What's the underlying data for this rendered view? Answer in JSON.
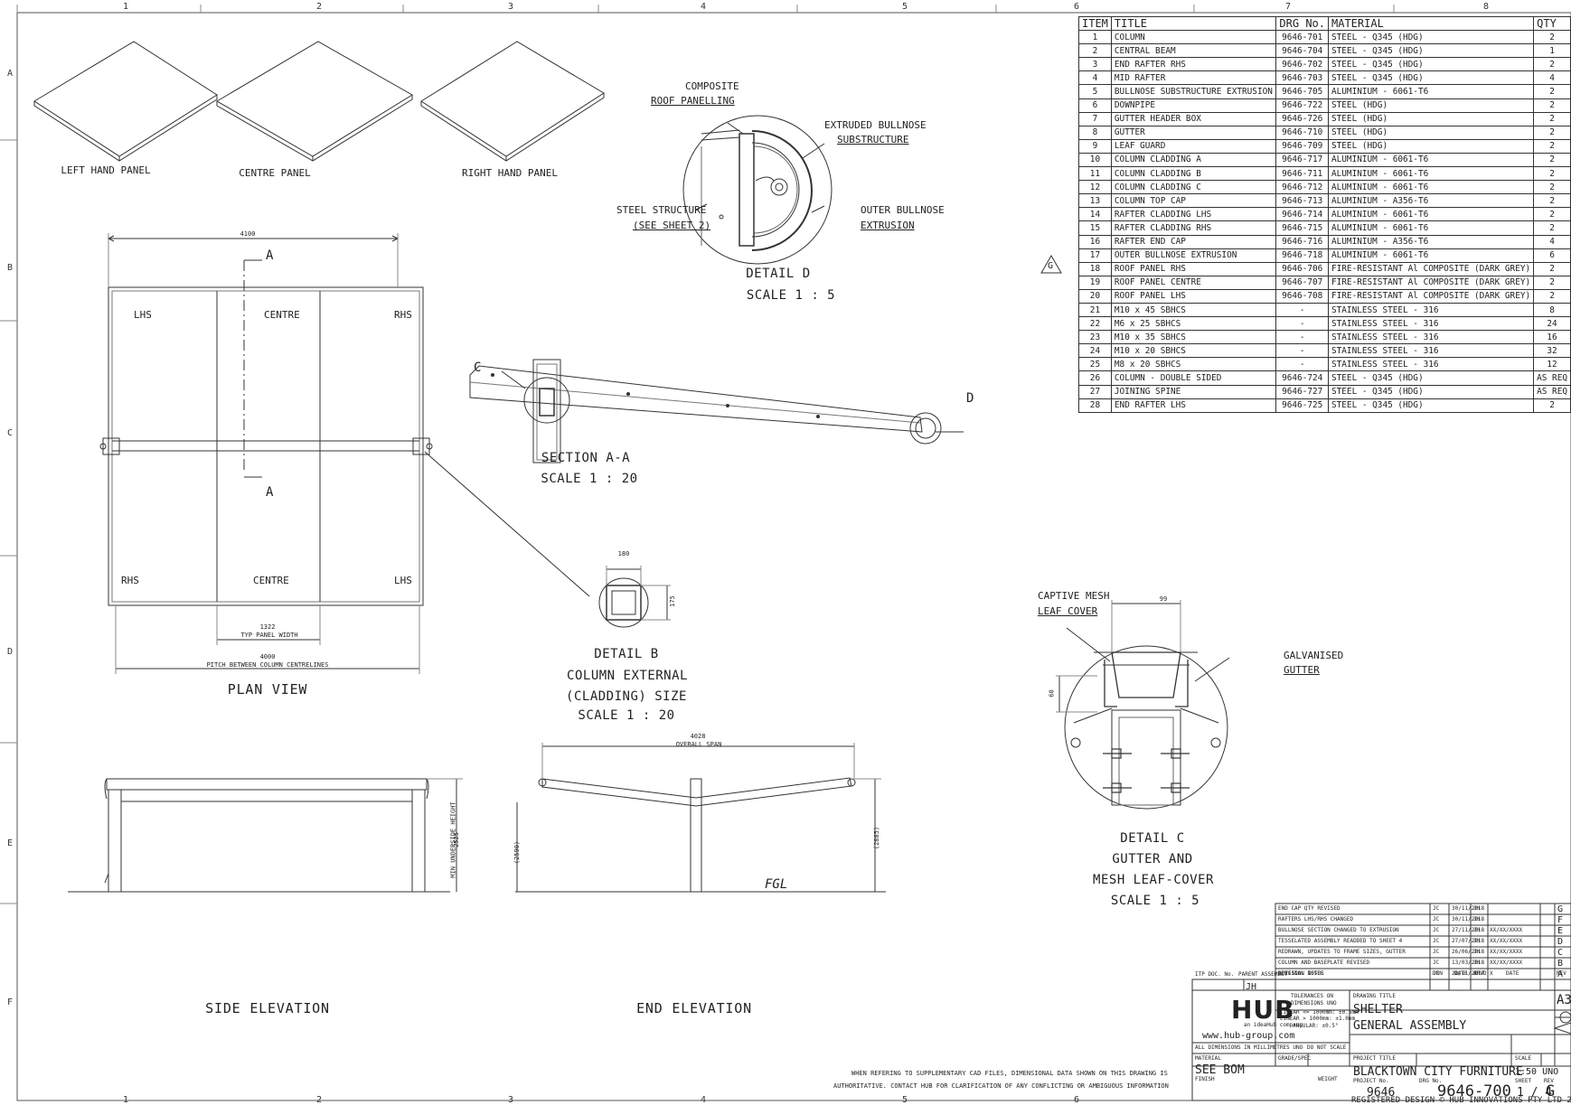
{
  "zones": {
    "cols": [
      "1",
      "2",
      "3",
      "4",
      "5",
      "6",
      "7",
      "8"
    ],
    "rows": [
      "A",
      "B",
      "C",
      "D",
      "E",
      "F"
    ]
  },
  "views": {
    "left_hand_panel": "LEFT HAND PANEL",
    "centre_panel": "CENTRE PANEL",
    "right_hand_panel": "RIGHT HAND PANEL"
  },
  "detail_d": {
    "title": "DETAIL D",
    "scale": "SCALE 1 : 5",
    "labels": {
      "composite_1": "COMPOSITE",
      "composite_2": "ROOF PANELLING",
      "extruded_1": "EXTRUDED BULLNOSE",
      "extruded_2": "SUBSTRUCTURE",
      "steel_1": "STEEL STRUCTURE",
      "steel_2": "(SEE SHEET 2)",
      "outer_1": "OUTER BULLNOSE",
      "outer_2": "EXTRUSION"
    }
  },
  "plan_view": {
    "title": "PLAN VIEW",
    "dim_overall": "4100",
    "section_marker": "A",
    "labels": {
      "top_left": "LHS",
      "top_centre": "CENTRE",
      "top_right": "RHS",
      "bottom_left": "RHS",
      "bottom_centre": "CENTRE",
      "bottom_right": "LHS"
    },
    "dim_panel": "1322",
    "dim_panel_label": "TYP PANEL WIDTH",
    "dim_pitch": "4000",
    "dim_pitch_label": "PITCH BETWEEN COLUMN CENTRELINES"
  },
  "section_aa": {
    "title": "SECTION A-A",
    "scale": "SCALE 1 : 20",
    "marker_c": "C",
    "marker_d": "D"
  },
  "detail_b": {
    "title": "DETAIL B",
    "line_2": "COLUMN EXTERNAL",
    "line_3": "(CLADDING) SIZE",
    "scale": "SCALE 1 : 20",
    "dim_width": "180",
    "dim_height": "175"
  },
  "detail_c": {
    "title": "DETAIL C",
    "line_2": "GUTTER AND",
    "line_3": "MESH LEAF-COVER",
    "scale": "SCALE 1 : 5",
    "dim_width": "99",
    "dim_height": "60",
    "labels": {
      "mesh_1": "CAPTIVE MESH",
      "mesh_2": "LEAF COVER",
      "gutter_1": "GALVANISED",
      "gutter_2": "GUTTER"
    }
  },
  "side_elevation": {
    "title": "SIDE ELEVATION",
    "dim_height": "2525",
    "dim_height_label": "MIN UNDERSIDE HEIGHT"
  },
  "end_elevation": {
    "title": "END ELEVATION",
    "dim_span": "4028",
    "dim_span_label": "OVERALL SPAN",
    "dim_left": "(2590)",
    "dim_right": "(2885)",
    "fgl": "FGL"
  },
  "revision_marker": "G",
  "bom": {
    "headers": [
      "ITEM",
      "TITLE",
      "DRG No.",
      "MATERIAL",
      "QTY"
    ],
    "rows": [
      [
        "1",
        "COLUMN",
        "9646-701",
        "STEEL - Q345 (HDG)",
        "2"
      ],
      [
        "2",
        "CENTRAL BEAM",
        "9646-704",
        "STEEL - Q345 (HDG)",
        "1"
      ],
      [
        "3",
        "END RAFTER RHS",
        "9646-702",
        "STEEL - Q345 (HDG)",
        "2"
      ],
      [
        "4",
        "MID RAFTER",
        "9646-703",
        "STEEL - Q345 (HDG)",
        "4"
      ],
      [
        "5",
        "BULLNOSE SUBSTRUCTURE EXTRUSION",
        "9646-705",
        "ALUMINIUM - 6061-T6",
        "2"
      ],
      [
        "6",
        "DOWNPIPE",
        "9646-722",
        "STEEL (HDG)",
        "2"
      ],
      [
        "7",
        "GUTTER HEADER BOX",
        "9646-726",
        "STEEL (HDG)",
        "2"
      ],
      [
        "8",
        "GUTTER",
        "9646-710",
        "STEEL (HDG)",
        "2"
      ],
      [
        "9",
        "LEAF GUARD",
        "9646-709",
        "STEEL (HDG)",
        "2"
      ],
      [
        "10",
        "COLUMN CLADDING A",
        "9646-717",
        "ALUMINIUM - 6061-T6",
        "2"
      ],
      [
        "11",
        "COLUMN CLADDING B",
        "9646-711",
        "ALUMINIUM - 6061-T6",
        "2"
      ],
      [
        "12",
        "COLUMN CLADDING C",
        "9646-712",
        "ALUMINIUM - 6061-T6",
        "2"
      ],
      [
        "13",
        "COLUMN TOP CAP",
        "9646-713",
        "ALUMINIUM - A356-T6",
        "2"
      ],
      [
        "14",
        "RAFTER CLADDING LHS",
        "9646-714",
        "ALUMINIUM - 6061-T6",
        "2"
      ],
      [
        "15",
        "RAFTER CLADDING RHS",
        "9646-715",
        "ALUMINIUM - 6061-T6",
        "2"
      ],
      [
        "16",
        "RAFTER END CAP",
        "9646-716",
        "ALUMINIUM - A356-T6",
        "4"
      ],
      [
        "17",
        "OUTER BULLNOSE EXTRUSION",
        "9646-718",
        "ALUMINIUM - 6061-T6",
        "6"
      ],
      [
        "18",
        "ROOF PANEL RHS",
        "9646-706",
        "FIRE-RESISTANT Al COMPOSITE (DARK GREY)",
        "2"
      ],
      [
        "19",
        "ROOF PANEL CENTRE",
        "9646-707",
        "FIRE-RESISTANT Al COMPOSITE (DARK GREY)",
        "2"
      ],
      [
        "20",
        "ROOF PANEL LHS",
        "9646-708",
        "FIRE-RESISTANT Al COMPOSITE (DARK GREY)",
        "2"
      ],
      [
        "21",
        "M10 x 45 SBHCS",
        "-",
        "STAINLESS STEEL - 316",
        "8"
      ],
      [
        "22",
        "M6 x 25 SBHCS",
        "-",
        "STAINLESS STEEL - 316",
        "24"
      ],
      [
        "23",
        "M10 x 35 SBHCS",
        "-",
        "STAINLESS STEEL - 316",
        "16"
      ],
      [
        "24",
        "M10 x 20 SBHCS",
        "-",
        "STAINLESS STEEL - 316",
        "32"
      ],
      [
        "25",
        "M8 x 20 SBHCS",
        "-",
        "STAINLESS STEEL - 316",
        "12"
      ],
      [
        "26",
        "COLUMN - DOUBLE SIDED",
        "9646-724",
        "STEEL - Q345 (HDG)",
        "AS REQ"
      ],
      [
        "27",
        "JOINING SPINE",
        "9646-727",
        "STEEL - Q345 (HDG)",
        "AS REQ"
      ],
      [
        "28",
        "END RAFTER LHS",
        "9646-725",
        "STEEL - Q345 (HDG)",
        "2"
      ]
    ]
  },
  "title_block": {
    "revisions": [
      [
        "END CAP QTY REVISED",
        "JC",
        "30/11/2018",
        "JH",
        "",
        "G"
      ],
      [
        "RAFTERS LHS/RHS CHANGED",
        "JC",
        "30/11/2018",
        "JH",
        "",
        "F"
      ],
      [
        "BULLNOSE SECTION CHANGED TO EXTRUSION",
        "JC",
        "27/11/2018",
        "JH",
        "XX/XX/XXXX",
        "E"
      ],
      [
        "TESSELATED ASSEMBLY READDED TO SHEET 4",
        "JC",
        "27/07/2018",
        "JH",
        "XX/XX/XXXX",
        "D"
      ],
      [
        "REDRAWN, UPDATES TO FRAME SIZES, GUTTER",
        "JC",
        "26/06/2018",
        "JH",
        "XX/XX/XXXX",
        "C"
      ],
      [
        "COLUMN AND BASEPLATE REVISED",
        "JC",
        "13/03/2018",
        "JH",
        "XX/XX/XXXX",
        "B"
      ],
      [
        "ORIGINAL ISSUE",
        "JC",
        "28/11/2017",
        "JH",
        "X",
        "A"
      ]
    ],
    "rev_headers": [
      "REVISION NOTES",
      "DRN",
      "DATE",
      "APVD",
      "DATE",
      "REV"
    ],
    "itp_doc": "ITP DOC. No.",
    "parent_assembly": "PARENT ASSEMBLY",
    "parent_assembly_value": "JH",
    "logo": "HUB",
    "logo_tagline": "an ideaHub company",
    "website": "www.hub-group.com",
    "tolerances": [
      "TOLERANCES ON",
      "DIMENSIONS UNO",
      "LINEAR <= 1000mm: ±0.5mm",
      "LINEAR > 1000mm: ±1.0mm",
      "ANGULAR: ±0.5°"
    ],
    "dimensions_note": "ALL DIMENSIONS IN MILLIMETRES UNO",
    "do_not_scale": "DO NOT SCALE",
    "drawing_title_label": "DRAWING TITLE",
    "drawing_title_1": "SHELTER",
    "drawing_title_2": "GENERAL ASSEMBLY",
    "sheet_size": "A3",
    "material_label": "MATERIAL",
    "material_value": "SEE BOM",
    "grade_label": "GRADE/SPEC",
    "finish_label": "FINISH",
    "weight_label": "WEIGHT",
    "project_title_label": "PROJECT TITLE",
    "project_title_value": "BLACKTOWN CITY FURNITURE",
    "scale_label": "SCALE",
    "scale_value": "1:50 UNO",
    "project_no_label": "PROJECT No.",
    "project_no_value": "9646",
    "drg_no_label": "DRG No.",
    "drg_no_value": "9646-700",
    "sheet_label": "SHEET",
    "sheet_value": "1 / 4",
    "rev_label": "REV",
    "rev_value": "G",
    "registered_design": "REGISTERED DESIGN © HUB INNOVATIONS PTY LTD 2017"
  },
  "notes": {
    "cad_1": "WHEN REFERING TO SUPPLEMENTARY CAD FILES, DIMENSIONAL DATA SHOWN ON THIS DRAWING IS",
    "cad_2": "AUTHORITATIVE. CONTACT HUB FOR CLARIFICATION OF ANY CONFLICTING OR AMBIGUOUS INFORMATION"
  }
}
